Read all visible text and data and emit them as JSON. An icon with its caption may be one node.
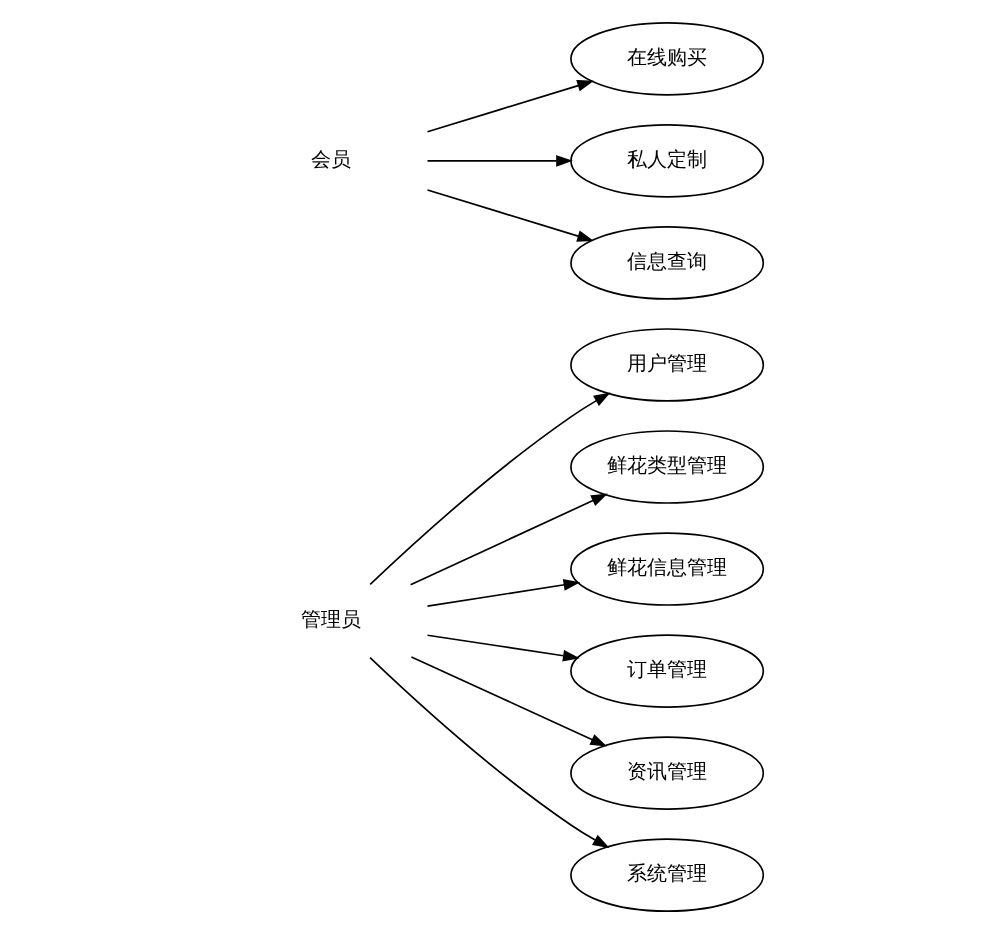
{
  "diagram": {
    "nodes": [
      {
        "text": [
          "管理员"
        ]
      },
      {
        "text": [
          "用户管理"
        ]
      },
      {
        "text": [
          "鲜花类型管理"
        ]
      },
      {
        "text": [
          "鲜花信息管理"
        ]
      },
      {
        "text": [
          "订单管理"
        ]
      },
      {
        "text": [
          "资讯管理"
        ]
      },
      {
        "text": [
          "系统管理"
        ]
      },
      {
        "text": [
          "在线购买"
        ]
      },
      {
        "text": [
          "私人定制"
        ]
      },
      {
        "text": [
          "信息查询"
        ]
      },
      {
        "text": [
          "会员"
        ]
      }
    ],
    "edges": [
      {
        "from": 0,
        "to": 1,
        "arrow": "to"
      },
      {
        "from": 0,
        "to": 2,
        "arrow": "to"
      },
      {
        "from": 0,
        "to": 3,
        "arrow": "to"
      },
      {
        "from": 0,
        "to": 4,
        "arrow": "to"
      },
      {
        "from": 0,
        "to": 5,
        "arrow": "to"
      },
      {
        "from": 0,
        "to": 6,
        "arrow": "to"
      },
      {
        "from": 10,
        "to": 7,
        "arrow": "to"
      },
      {
        "from": 10,
        "to": 8,
        "arrow": "to"
      },
      {
        "from": 10,
        "to": 9,
        "arrow": "to"
      }
    ]
  }
}
